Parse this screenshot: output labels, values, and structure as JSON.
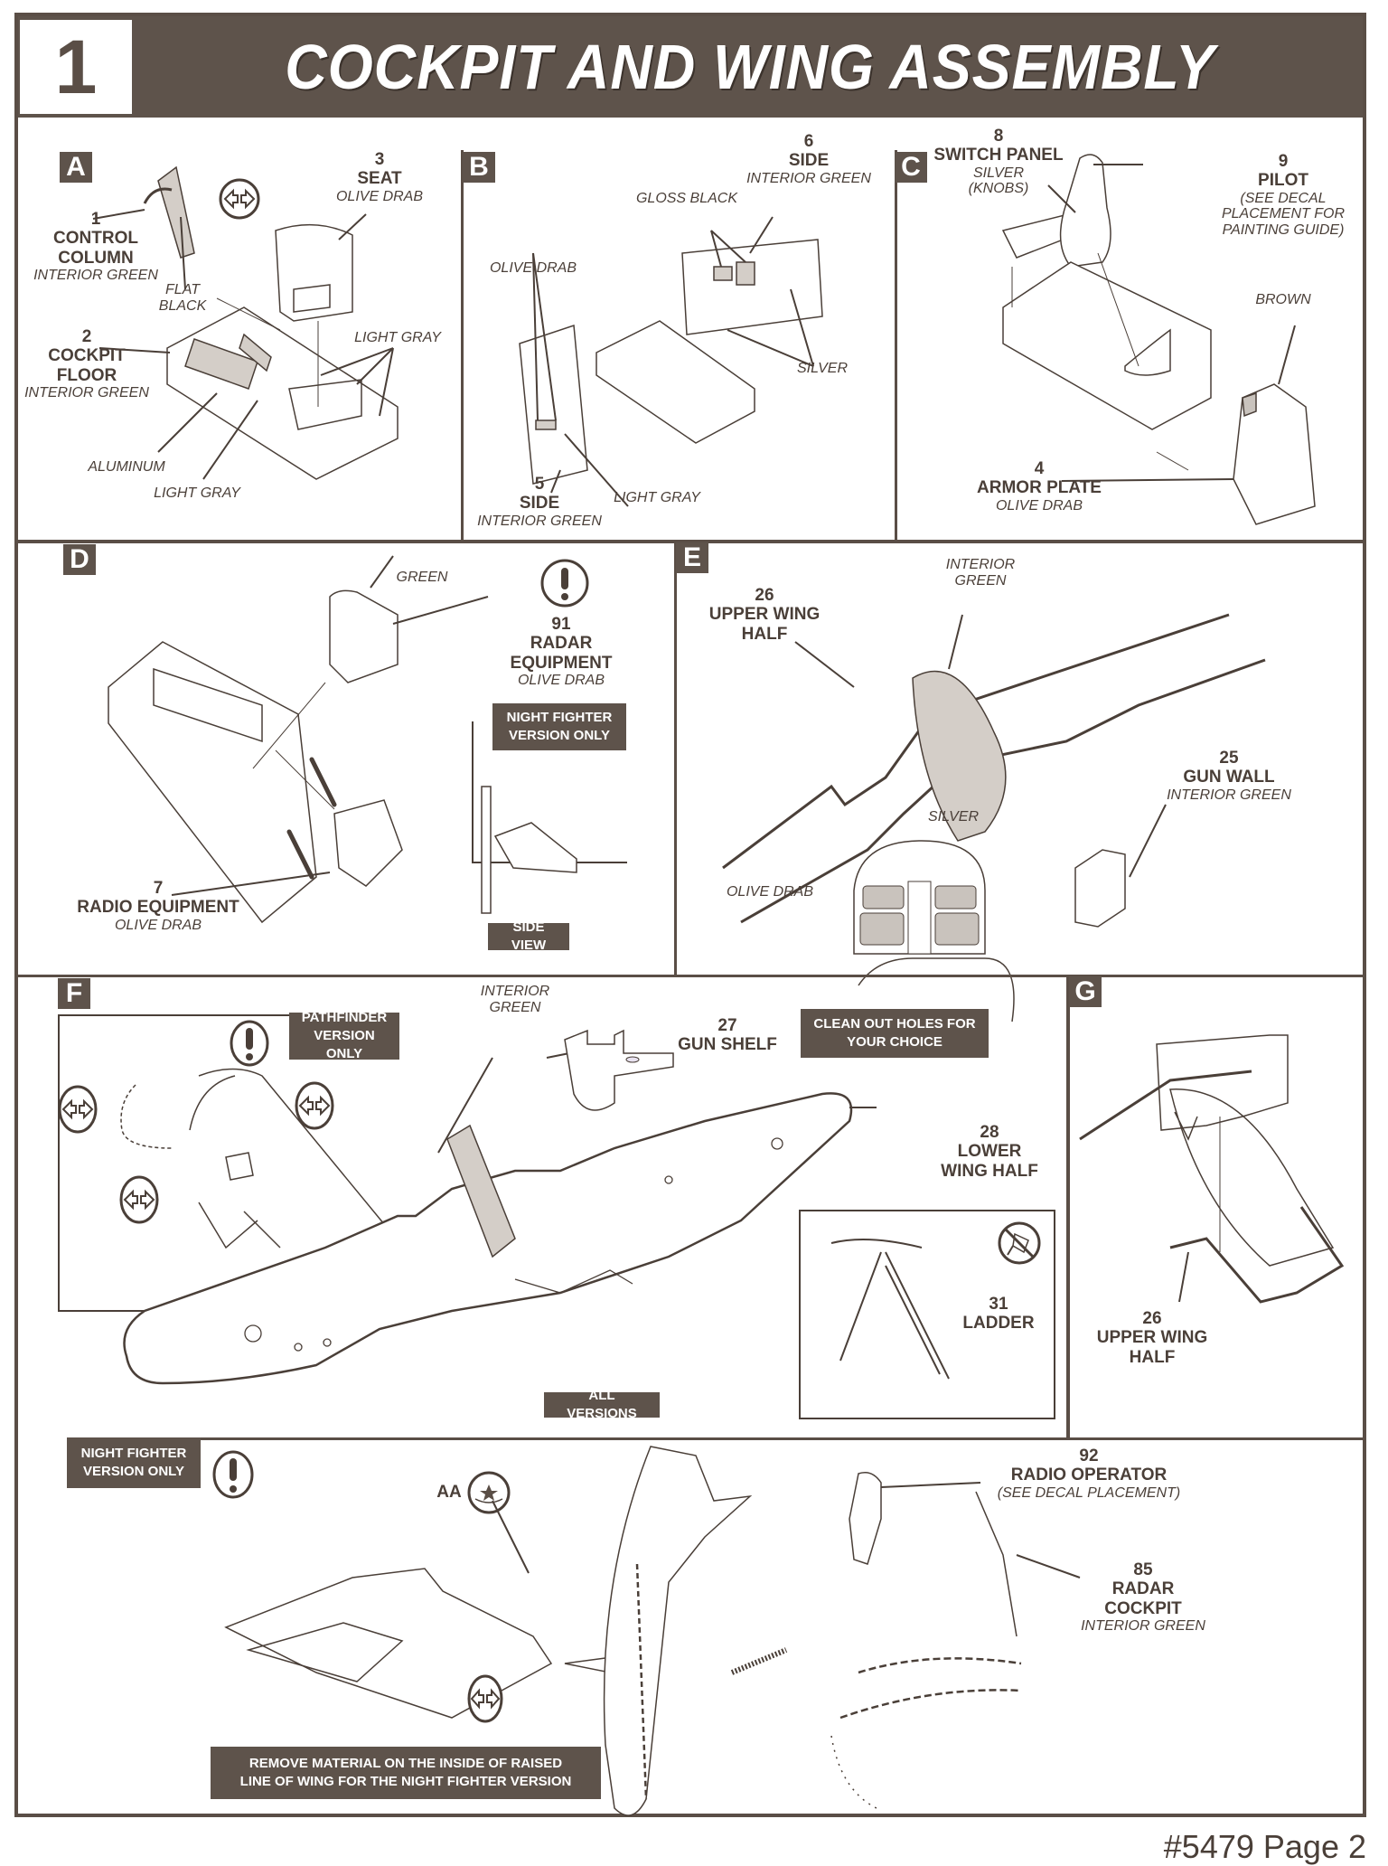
{
  "header": {
    "step_number": "1",
    "title": "COCKPIT AND WING ASSEMBLY"
  },
  "panels": {
    "A": {
      "tag": "A",
      "parts": [
        {
          "number": "1",
          "name": "CONTROL\nCOLUMN",
          "name_l1": "CONTROL",
          "name_l2": "COLUMN",
          "color": "INTERIOR GREEN"
        },
        {
          "number": "2",
          "name_l1": "COCKPIT",
          "name_l2": "FLOOR",
          "color": "INTERIOR GREEN"
        },
        {
          "number": "3",
          "name_l1": "SEAT",
          "color": "OLIVE DRAB"
        }
      ],
      "callouts": [
        "FLAT",
        "BLACK",
        "LIGHT GRAY",
        "ALUMINUM",
        "LIGHT GRAY"
      ],
      "icons": [
        "cement-icon"
      ]
    },
    "B": {
      "tag": "B",
      "parts": [
        {
          "number": "5",
          "name_l1": "SIDE",
          "color": "INTERIOR GREEN"
        },
        {
          "number": "6",
          "name_l1": "SIDE",
          "color": "INTERIOR GREEN"
        }
      ],
      "callouts": [
        "GLOSS BLACK",
        "OLIVE DRAB",
        "SILVER",
        "LIGHT GRAY"
      ]
    },
    "C": {
      "tag": "C",
      "parts": [
        {
          "number": "8",
          "name_l1": "SWITCH PANEL",
          "color_l1": "SILVER",
          "color_l2": "(KNOBS)"
        },
        {
          "number": "9",
          "name_l1": "PILOT",
          "color_l1": "(SEE DECAL",
          "color_l2": "PLACEMENT FOR",
          "color_l3": "PAINTING GUIDE)"
        },
        {
          "number": "4",
          "name_l1": "ARMOR PLATE",
          "color": "OLIVE DRAB"
        }
      ],
      "callouts": [
        "BROWN"
      ]
    },
    "D": {
      "tag": "D",
      "parts": [
        {
          "number": "91",
          "name_l1": "RADAR",
          "name_l2": "EQUIPMENT",
          "color": "OLIVE DRAB"
        },
        {
          "number": "7",
          "name_l1": "RADIO EQUIPMENT",
          "color": "OLIVE DRAB"
        }
      ],
      "callouts": [
        "GREEN"
      ],
      "notes": [
        "NIGHT FIGHTER",
        "VERSION ONLY"
      ],
      "side_view": "SIDE VIEW",
      "icons": [
        "attention-icon"
      ]
    },
    "E": {
      "tag": "E",
      "parts": [
        {
          "number": "26",
          "name_l1": "UPPER WING",
          "name_l2": "HALF"
        },
        {
          "number": "25",
          "name_l1": "GUN WALL",
          "color": "INTERIOR GREEN"
        }
      ],
      "callouts": [
        "INTERIOR",
        "GREEN",
        "SILVER",
        "OLIVE DRAB"
      ]
    },
    "F": {
      "tag": "F",
      "parts": [
        {
          "number": "27",
          "name_l1": "GUN SHELF"
        },
        {
          "number": "28",
          "name_l1": "LOWER",
          "name_l2": "WING HALF"
        },
        {
          "number": "31",
          "name_l1": "LADDER"
        }
      ],
      "callouts": [
        "INTERIOR",
        "GREEN"
      ],
      "pathfinder_note": [
        "PATHFINDER",
        "VERSION ONLY"
      ],
      "clean_note": [
        "CLEAN OUT HOLES FOR",
        "YOUR CHOICE"
      ],
      "all_versions": "ALL VERSIONS",
      "icons": [
        "attention-icon",
        "cement-icon",
        "no-glue-icon"
      ]
    },
    "G": {
      "tag": "G",
      "parts": [
        {
          "number": "26",
          "name_l1": "UPPER WING",
          "name_l2": "HALF"
        }
      ]
    },
    "H": {
      "night_note": [
        "NIGHT FIGHTER",
        "VERSION ONLY"
      ],
      "decal_ref": "AA",
      "parts": [
        {
          "number": "92",
          "name_l1": "RADIO OPERATOR",
          "color": "(SEE DECAL PLACEMENT)"
        },
        {
          "number": "85",
          "name_l1": "RADAR",
          "name_l2": "COCKPIT",
          "color": "INTERIOR GREEN"
        }
      ],
      "remove_note": [
        "REMOVE MATERIAL ON THE INSIDE OF RAISED",
        "LINE OF WING FOR THE NIGHT FIGHTER VERSION"
      ],
      "icons": [
        "attention-icon",
        "decal-icon",
        "cement-icon"
      ]
    }
  },
  "colors": {
    "brand_dark": "#5e534b",
    "ink": "#4a3f38",
    "shade": "#c9c3bd"
  },
  "footer": {
    "page_ref": "#5479 Page 2"
  }
}
